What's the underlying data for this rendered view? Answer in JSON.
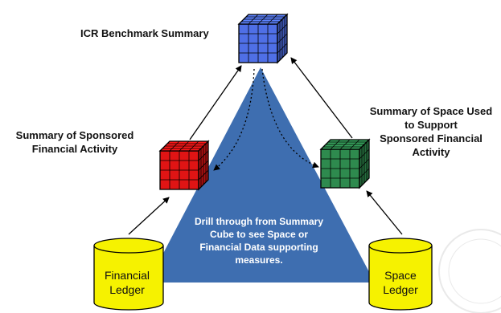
{
  "title": "ICR Benchmark Summary",
  "left_label": [
    "Summary of Sponsored",
    "Financial Activity"
  ],
  "right_label": [
    "Summary of Space Used",
    "to Support",
    "Sponsored Financial",
    "Activity"
  ],
  "drill_text": [
    "Drill through from Summary",
    "Cube to see Space or",
    "Financial Data supporting",
    "measures."
  ],
  "financial_ledger": [
    "Financial",
    "Ledger"
  ],
  "space_ledger": [
    "Space",
    "Ledger"
  ],
  "colors": {
    "triangle": "#3E6EB0",
    "top_cube": "#4F6FE6",
    "left_cube": "#E01414",
    "right_cube": "#2E8A4E",
    "cylinder": "#F6F200"
  }
}
